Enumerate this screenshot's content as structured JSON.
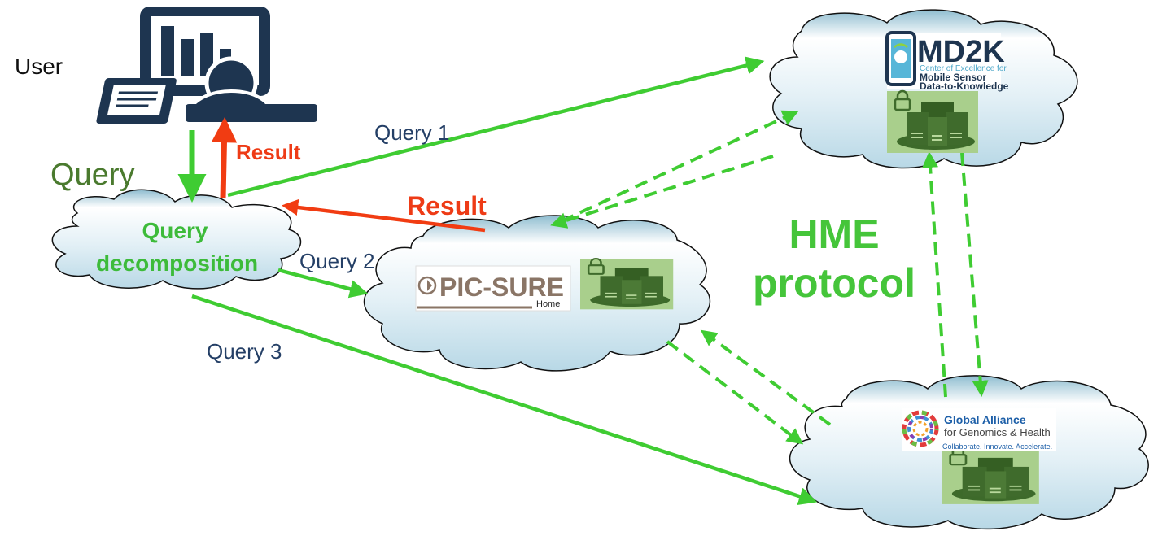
{
  "labels": {
    "user": "User",
    "query": "Query",
    "result_top": "Result",
    "result_mid": "Result",
    "query1": "Query 1",
    "query2": "Query 2",
    "query3": "Query 3",
    "decomp_line1": "Query",
    "decomp_line2": "decomposition",
    "hme_line1": "HME",
    "hme_line2": "protocol"
  },
  "logos": {
    "md2k": {
      "title": "MD2K",
      "line1": "Center of Excellence for",
      "line2": "Mobile Sensor",
      "line3": "Data-to-Knowledge"
    },
    "picsure": {
      "title": "PIC-SURE",
      "home": "Home"
    },
    "ga4gh": {
      "line1": "Global Alliance",
      "line2": "for Genomics & Health",
      "line3": "Collaborate. Innovate. Accelerate."
    }
  },
  "colors": {
    "green_arrow": "#3fcc32",
    "red_arrow": "#f13c12",
    "cloud_fill_top": "#ffffff",
    "cloud_fill_bottom": "#b6d7e4",
    "server_green": "#3f6b2c",
    "navy": "#1e3550"
  }
}
